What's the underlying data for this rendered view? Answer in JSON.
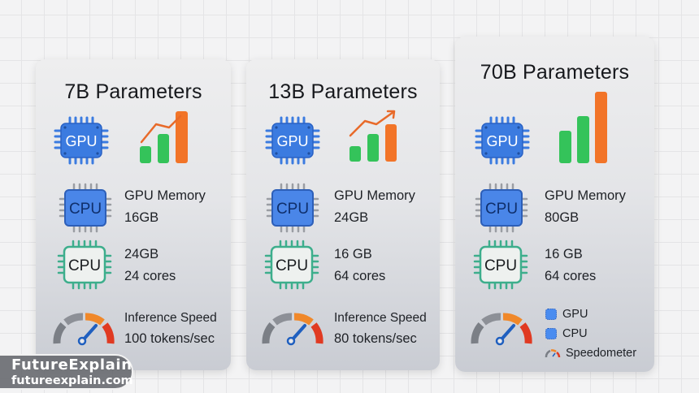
{
  "colors": {
    "gpu_blue": "#3b7be0",
    "cpu_blue": "#4a86e8",
    "cpu_green": "#3dae8c",
    "bar_green": "#34c35a",
    "bar_orange": "#f27428",
    "gauge_gray": "#7b7f86",
    "gauge_orange": "#f0882a",
    "gauge_red": "#e03a22",
    "needle_blue": "#1f5fbf"
  },
  "cards": [
    {
      "title": "7B Parameters",
      "gpu_chip_label": "GPU",
      "memory_chip_label": "CPU",
      "memory_label": "GPU Memory",
      "memory_value": "16GB",
      "cpu_chip_label": "CPU",
      "ram_value": "24GB",
      "cores_value": "24 cores",
      "speed_label": "Inference Speed",
      "speed_value": "100 tokens/sec",
      "chart_trend": "rising-with-arrowless-line"
    },
    {
      "title": "13B Parameters",
      "gpu_chip_label": "GPU",
      "memory_chip_label": "CPU",
      "memory_label": "GPU Memory",
      "memory_value": "24GB",
      "cpu_chip_label": "CPU",
      "ram_value": "16 GB",
      "cores_value": "64 cores",
      "speed_label": "Inference Speed",
      "speed_value": "80 tokens/sec",
      "chart_trend": "rising-with-arrow"
    },
    {
      "title": "70B Parameters",
      "gpu_chip_label": "GPU",
      "memory_chip_label": "CPU",
      "memory_label": "GPU Memory",
      "memory_value": "80GB",
      "cpu_chip_label": "CPU",
      "ram_value": "16 GB",
      "cores_value": "64 cores",
      "legend": [
        {
          "icon": "gpu-chip-icon",
          "label": "GPU"
        },
        {
          "icon": "cpu-chip-icon",
          "label": "CPU"
        },
        {
          "icon": "speedometer-icon",
          "label": "Speedometer"
        }
      ],
      "chart_trend": "bars-only"
    }
  ],
  "brand": {
    "name": "FutureExplain",
    "url": "futureexplain.com"
  }
}
